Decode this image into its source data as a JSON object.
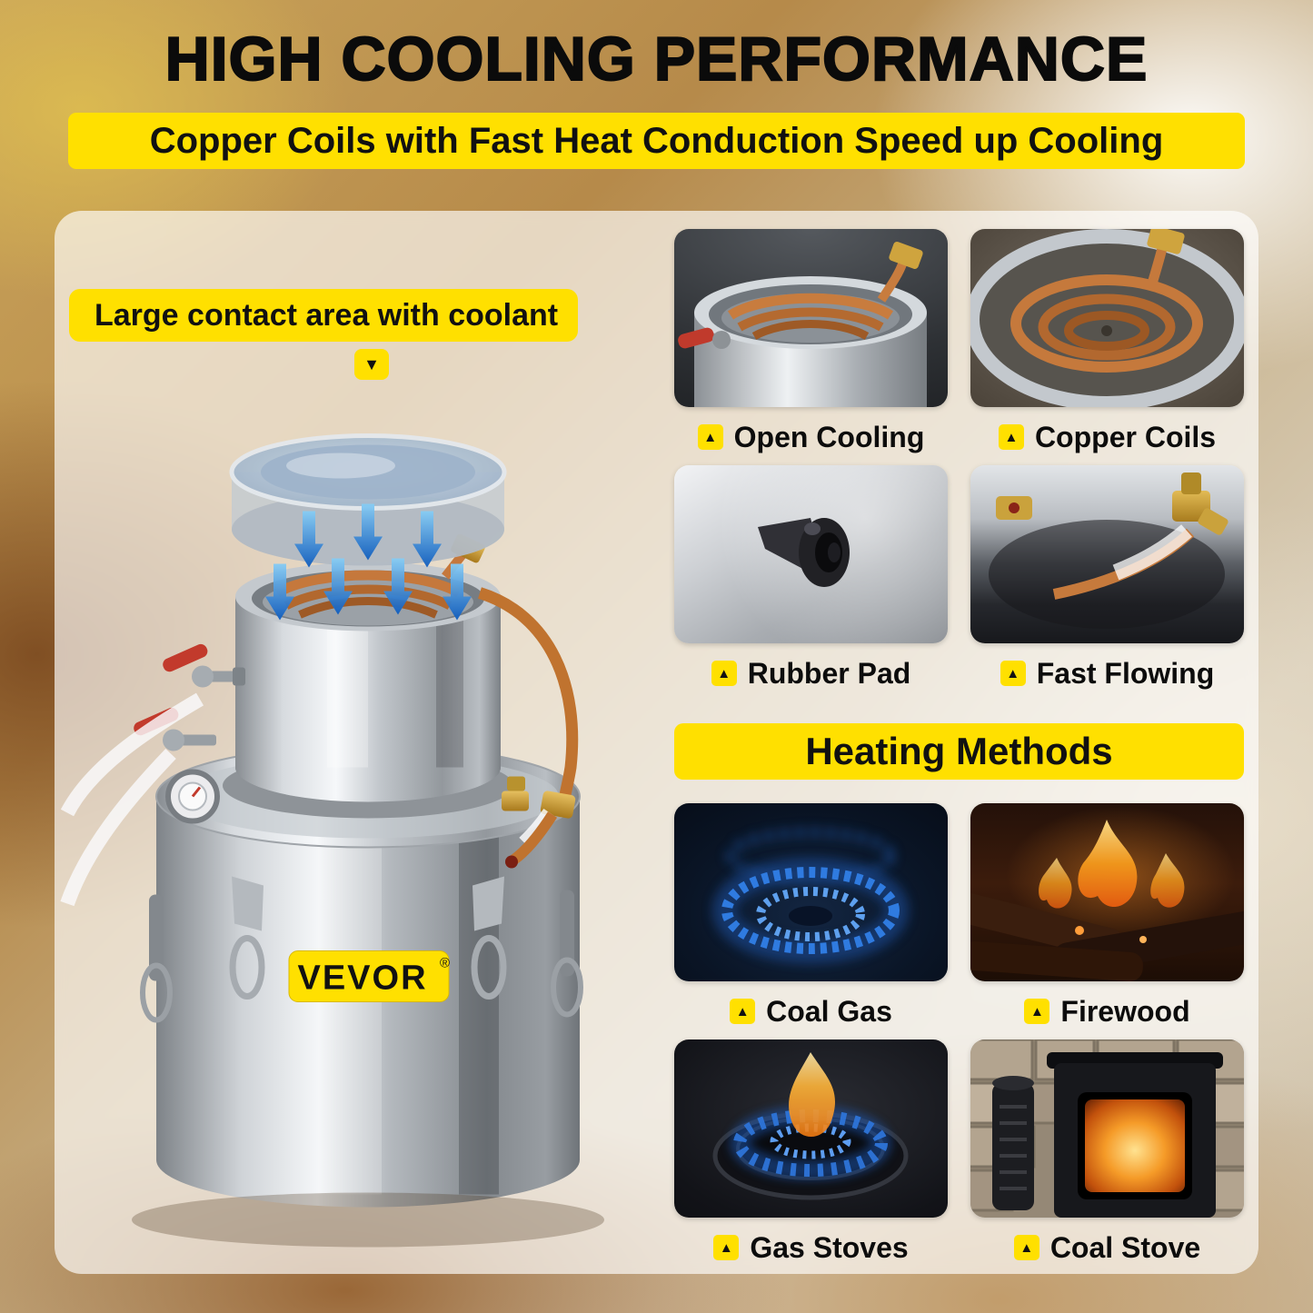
{
  "header": {
    "title": "HIGH COOLING PERFORMANCE",
    "subtitle": "Copper Coils with Fast Heat Conduction Speed up Cooling"
  },
  "callout": {
    "label": "Large contact area with coolant"
  },
  "product": {
    "brand": "VEVOR",
    "reg": "®"
  },
  "features": [
    {
      "label": "Open Cooling"
    },
    {
      "label": "Copper Coils"
    },
    {
      "label": "Rubber Pad"
    },
    {
      "label": "Fast Flowing"
    }
  ],
  "heating": {
    "title": "Heating Methods",
    "methods": [
      {
        "label": "Coal Gas"
      },
      {
        "label": "Firewood"
      },
      {
        "label": "Gas Stoves"
      },
      {
        "label": "Coal Stove"
      }
    ]
  },
  "icons": {
    "up_triangle": "▲",
    "down_triangle": "▼"
  },
  "colors": {
    "accent_yellow": "#FFE000",
    "text_black": "#111111",
    "arrow_blue": "#1f6fd0",
    "copper": "#c5783c"
  }
}
